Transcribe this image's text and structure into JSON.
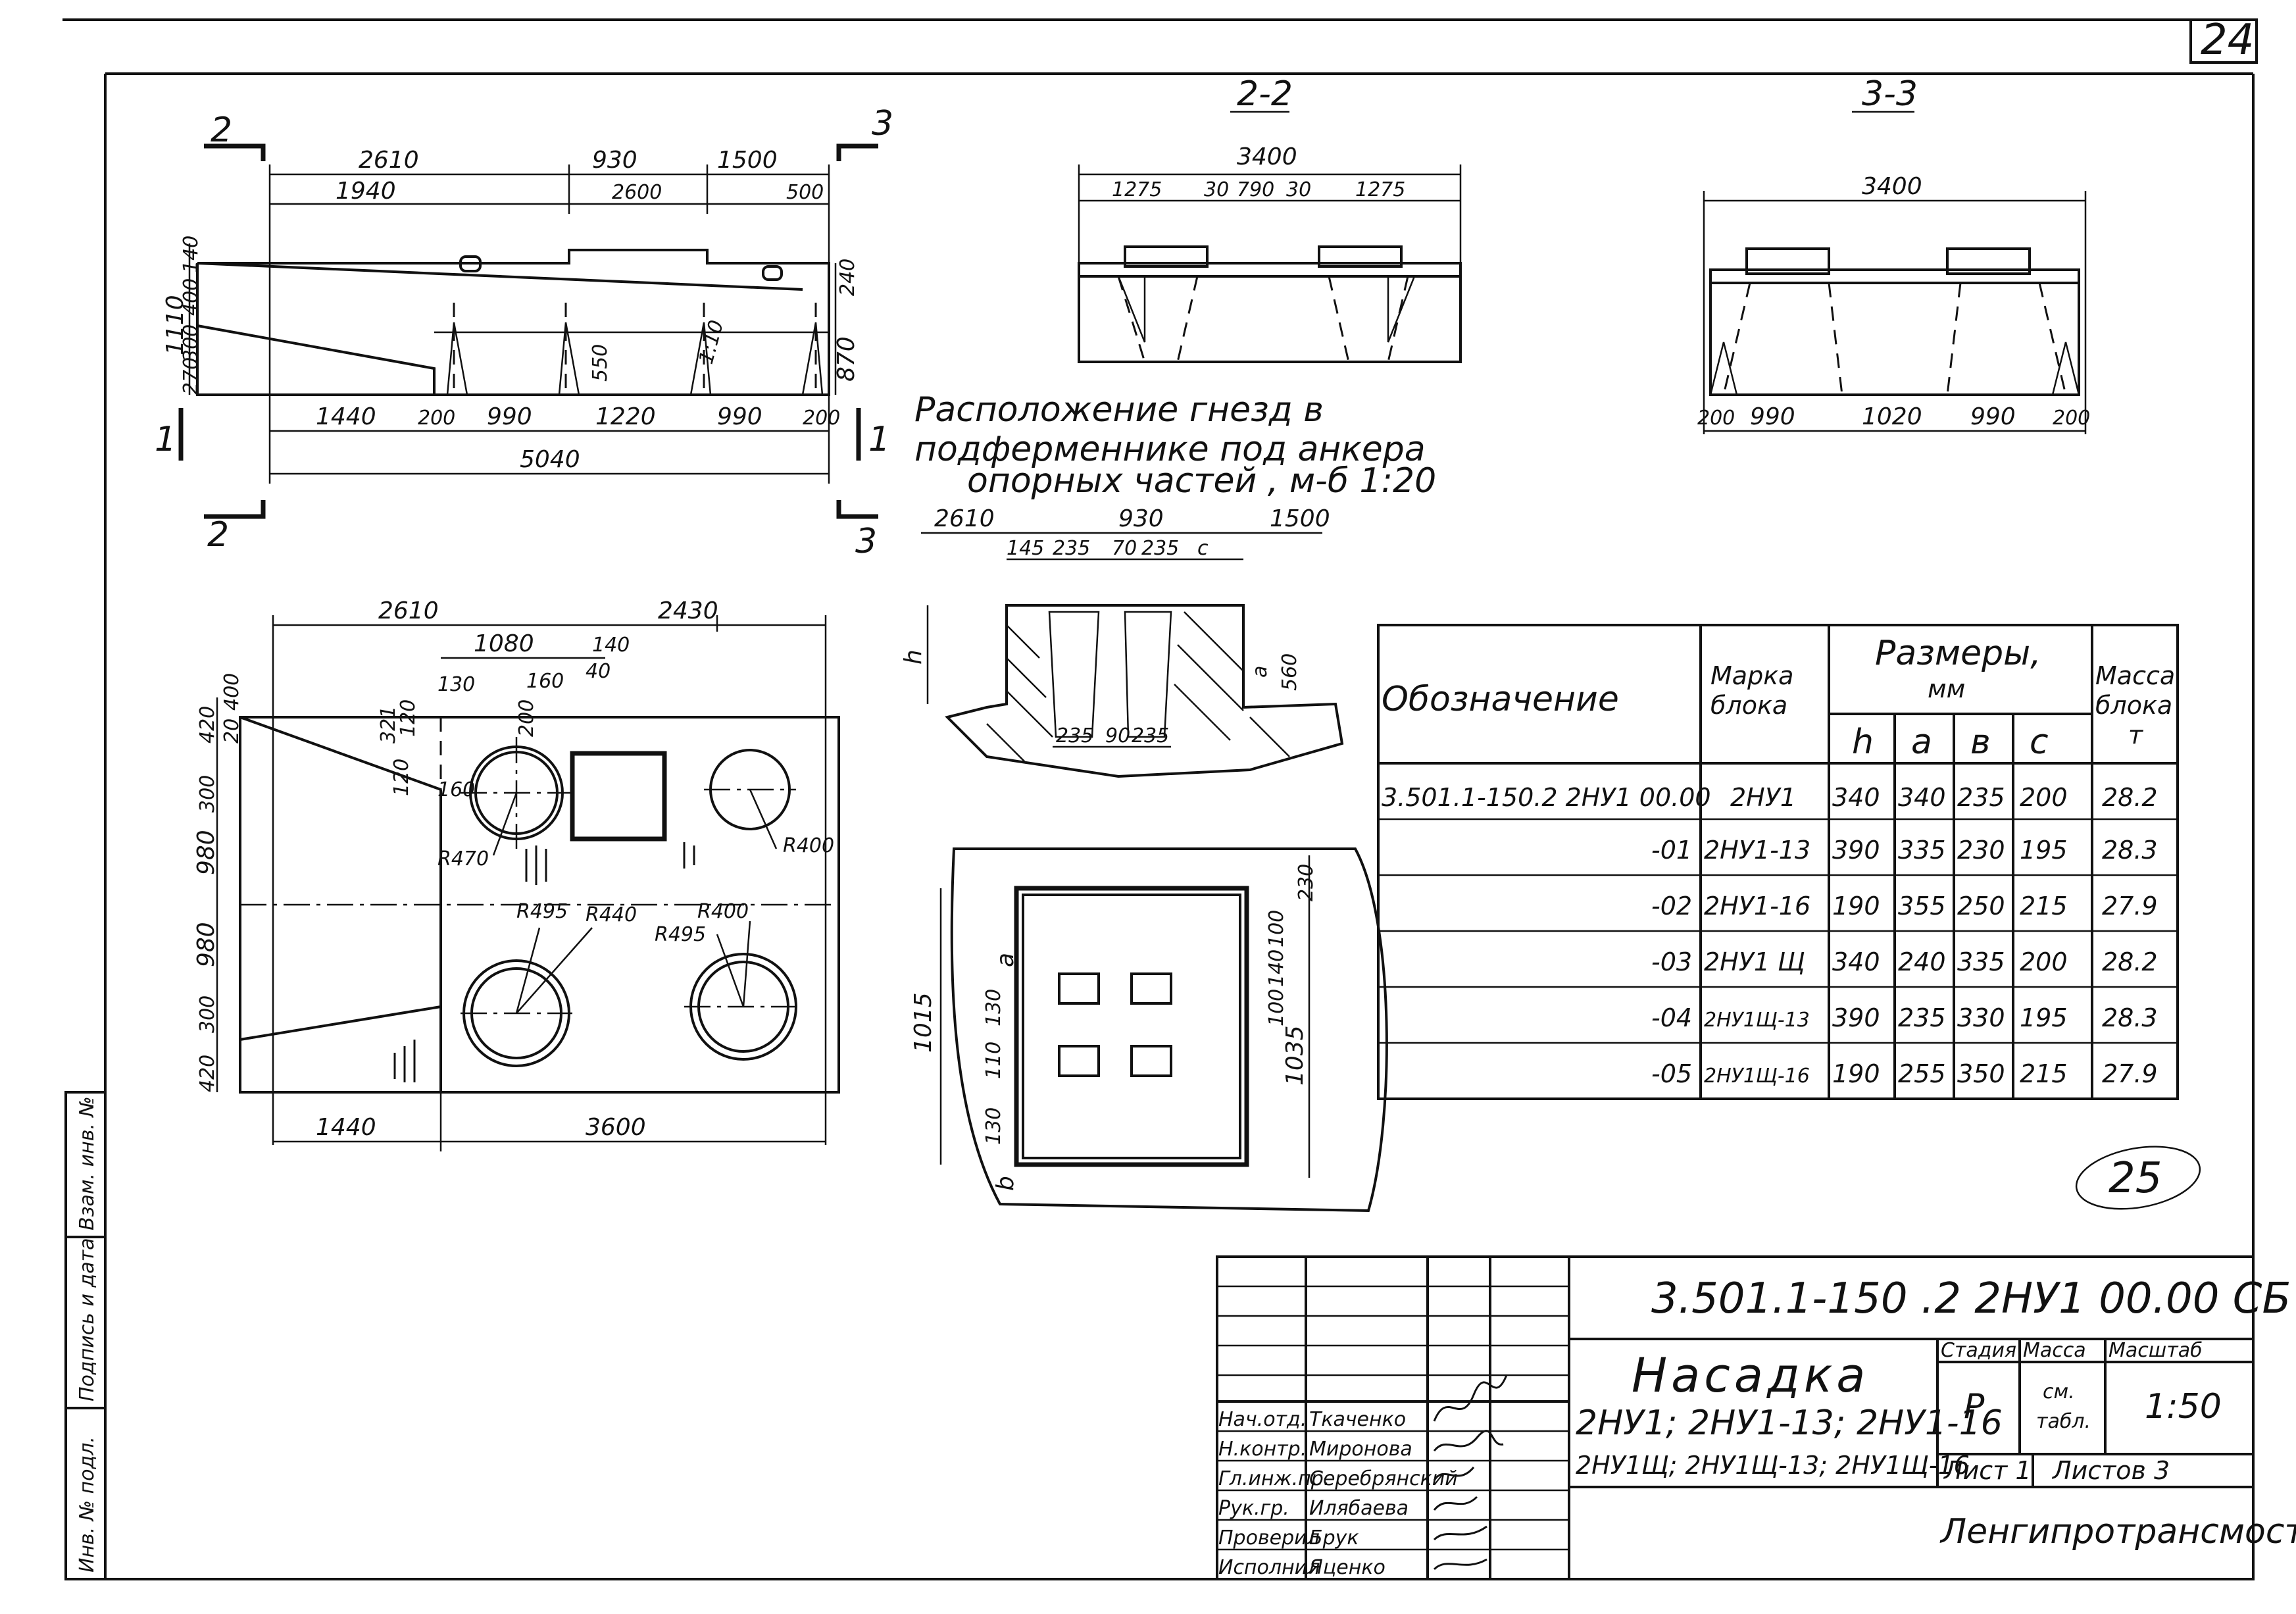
{
  "sheet": {
    "page_number": "24",
    "watermark": "25"
  },
  "plan_elevation": {
    "section_marks": [
      "2",
      "3",
      "1",
      "1",
      "2",
      "3"
    ],
    "top_dims": [
      "2610",
      "930",
      "1500"
    ],
    "second_dims": [
      "1940",
      "2600",
      "500"
    ],
    "bottom_dims": [
      "1440",
      "200",
      "990",
      "1220",
      "990",
      "200"
    ],
    "total_dim": "5040",
    "left_dims": [
      "1110",
      "140",
      "400",
      "300",
      "270"
    ],
    "right_dims": [
      "240",
      "870"
    ],
    "mid_dims": [
      "550",
      "1:10"
    ]
  },
  "section_2_2": {
    "title": "2-2",
    "total": "3400",
    "dims": [
      "1275",
      "30",
      "790",
      "30",
      "1275"
    ]
  },
  "section_3_3": {
    "title": "3-3",
    "total": "3400",
    "bottom_dims": [
      "200",
      "990",
      "1020",
      "990",
      "200"
    ]
  },
  "sockets_note": {
    "line1": "Расположение гнезд в",
    "line2": "подферменнике под анкера",
    "line3": "опорных частей , м-б 1:20"
  },
  "detail": {
    "top_dims": [
      "2610",
      "930",
      "1500"
    ],
    "row_dims": [
      "145",
      "235",
      "70",
      "235",
      "c"
    ],
    "bottom_dims": [
      "235",
      "90",
      "235"
    ],
    "h_label": "h",
    "right_labels": [
      "a",
      "560"
    ],
    "plan_dims": [
      "230",
      "1015",
      "1035",
      "130",
      "110",
      "130",
      "100",
      "140",
      "100"
    ],
    "plan_side_labels": [
      "a",
      "b"
    ]
  },
  "plan_view": {
    "top_dims": [
      "2610",
      "2430"
    ],
    "sub_dims": [
      "1080",
      "140",
      "130",
      "160",
      "40",
      "200",
      "160"
    ],
    "left_dims": [
      "420",
      "300",
      "980",
      "980",
      "300",
      "420"
    ],
    "extra_left": [
      "20",
      "400",
      "321",
      "120",
      "120"
    ],
    "radii": [
      "R470",
      "R400",
      "R495",
      "R440",
      "R495",
      "R400"
    ],
    "bottom_dims": [
      "1440",
      "3600"
    ]
  },
  "table": {
    "headers": {
      "designation": "Обозначение",
      "mark_l1": "Марка",
      "mark_l2": "блока",
      "sizes_l1": "Размеры,",
      "sizes_l2": "мм",
      "mass_l1": "Масса",
      "mass_l2": "блока",
      "mass_l3": "т",
      "h": "h",
      "a": "a",
      "b": "в",
      "c": "с"
    },
    "rows": [
      {
        "designation": "3.501.1-150.2 2НУ1 00.00",
        "mark": "2НУ1",
        "h": "340",
        "a": "340",
        "b": "235",
        "c": "200",
        "mass": "28.2"
      },
      {
        "designation": "-01",
        "mark": "2НУ1-13",
        "h": "390",
        "a": "335",
        "b": "230",
        "c": "195",
        "mass": "28.3"
      },
      {
        "designation": "-02",
        "mark": "2НУ1-16",
        "h": "190",
        "a": "355",
        "b": "250",
        "c": "215",
        "mass": "27.9"
      },
      {
        "designation": "-03",
        "mark": "2НУ1 Щ",
        "h": "340",
        "a": "240",
        "b": "335",
        "c": "200",
        "mass": "28.2"
      },
      {
        "designation": "-04",
        "mark": "2НУ1Щ-13",
        "h": "390",
        "a": "235",
        "b": "330",
        "c": "195",
        "mass": "28.3"
      },
      {
        "designation": "-05",
        "mark": "2НУ1Щ-16",
        "h": "190",
        "a": "255",
        "b": "350",
        "c": "215",
        "mass": "27.9"
      }
    ]
  },
  "title_block": {
    "code": "3.501.1-150 .2 2НУ1 00.00 СБ",
    "name": "Насадка",
    "marks_l1": "2НУ1; 2НУ1-13; 2НУ1-16",
    "marks_l2": "2НУ1Щ; 2НУ1Щ-13; 2НУ1Щ-16",
    "stage_label": "Стадия",
    "stage": "Р",
    "mass_label": "Масса",
    "mass_value_l1": "см.",
    "mass_value_l2": "табл.",
    "scale_label": "Масштаб",
    "scale": "1:50",
    "sheet_label": "Лист 1",
    "sheets_label": "Листов 3",
    "org": "Ленгипротрансмост",
    "signers": [
      {
        "role": "Нач.отд.",
        "name": "Ткаченко"
      },
      {
        "role": "Н.контр.",
        "name": "Миронова"
      },
      {
        "role": "Гл.инж.пр.",
        "name": "Серебрянский"
      },
      {
        "role": "Рук.гр.",
        "name": "Илябаева"
      },
      {
        "role": "Проверил",
        "name": "Брук"
      },
      {
        "role": "Исполнил",
        "name": "Яценко"
      }
    ]
  },
  "side_stamp": {
    "inv_orig": "Инв. № подл.",
    "sign_date": "Подпись и дата",
    "inv_repl": "Взам. инв. №"
  }
}
